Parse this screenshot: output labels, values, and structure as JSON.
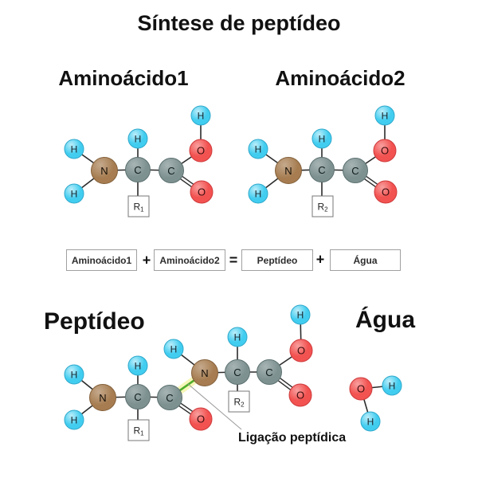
{
  "title": "Síntese de peptídeo",
  "headers": {
    "amino1": "Aminoácido1",
    "amino2": "Aminoácido2",
    "peptide": "Peptídeo",
    "water": "Água"
  },
  "equation": {
    "terms": [
      "Aminoácido1",
      "Aminoácido2",
      "Peptídeo",
      "Água"
    ],
    "operators": [
      "+",
      "=",
      "+"
    ]
  },
  "annotation": {
    "peptide_bond_label": "Ligação peptídica"
  },
  "atoms": {
    "hydrogen": "H",
    "nitrogen": "N",
    "carbon": "C",
    "oxygen": "O",
    "r_base": "R",
    "r1_sub": "1",
    "r2_sub": "2"
  },
  "colors": {
    "background": "#ffffff",
    "text": "#111111",
    "hydrogen": "#41cdf0",
    "hydrogen_border": "#2fa9cc",
    "nitrogen": "#a67c50",
    "nitrogen_border": "#84613b",
    "carbon": "#7e9191",
    "carbon_border": "#5d7171",
    "oxygen": "#f25250",
    "oxygen_border": "#cf3a3c",
    "bond": "#2b2b2b",
    "peptide_bond_green": "#4fae2b",
    "peptide_bond_glow": "#f5f5b0",
    "pointer_line": "#9a9a9a"
  }
}
